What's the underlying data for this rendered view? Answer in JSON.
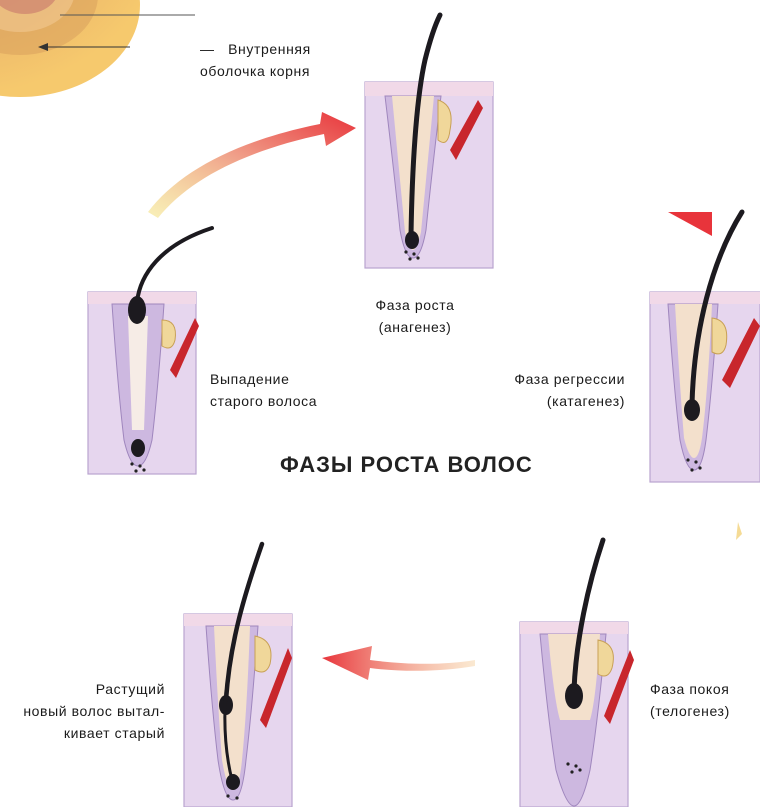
{
  "title": "ФАЗЫ РОСТА ВОЛОС",
  "labels": {
    "inner_sheath": {
      "dash": "—",
      "line1": "Внутренняя",
      "line2": "оболочка корня"
    },
    "anagen": {
      "line1": "Фаза роста",
      "line2": "(анагенез)"
    },
    "shedding": {
      "line1": "Выпадение",
      "line2": "старого волоса"
    },
    "catagen": {
      "line1": "Фаза регрессии",
      "line2": "(катагенез)"
    },
    "new_hair": {
      "line1": "Растущий",
      "line2": "новый волос вытал-",
      "line3": "кивает старый"
    },
    "telogen": {
      "line1": "Фаза покоя",
      "line2": "(телогенез)"
    }
  },
  "colors": {
    "skin": "#e6d6ee",
    "follicle": "#c9b3df",
    "hair": "#1c1a1f",
    "muscle": "#c8262c",
    "arrow": "#e8343b",
    "gland": "#f0d79a"
  }
}
